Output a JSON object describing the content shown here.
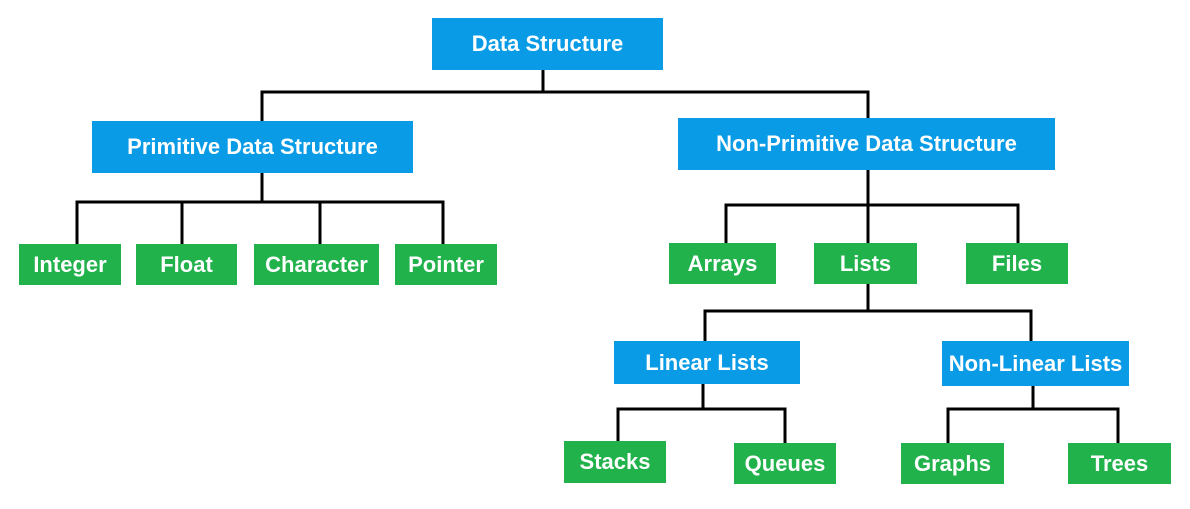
{
  "colors": {
    "category_box": "#0a9be6",
    "leaf_box": "#21b24b",
    "connector": "#000000",
    "text": "#ffffff"
  },
  "tree": {
    "root": "Data Structure",
    "primitive": {
      "label": "Primitive Data Structure",
      "children": [
        "Integer",
        "Float",
        "Character",
        "Pointer"
      ]
    },
    "non_primitive": {
      "label": "Non-Primitive Data Structure",
      "children": [
        "Arrays",
        "Lists",
        "Files"
      ]
    },
    "lists": {
      "linear": {
        "label": "Linear Lists",
        "children": [
          "Stacks",
          "Queues"
        ]
      },
      "non_linear": {
        "label": "Non-Linear Lists",
        "children": [
          "Graphs",
          "Trees"
        ]
      }
    }
  }
}
